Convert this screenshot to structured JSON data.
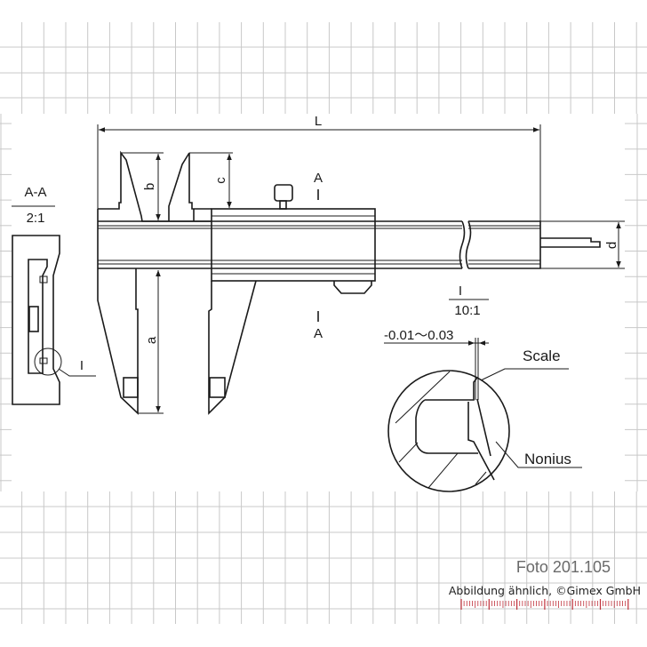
{
  "labels": {
    "length": "L",
    "jaw_depth_inner": "b",
    "jaw_depth_upper": "c",
    "jaw_depth_outer": "a",
    "beam_thickness": "d",
    "section_mark_top": "A",
    "section_mark_bottom": "A",
    "section_title": "A-A",
    "section_scale": "2:1",
    "detail_mark": "I",
    "detail_title": "I",
    "detail_scale": "10:1",
    "tolerance": "-0.01～0.03",
    "scale_label": "Scale",
    "nonius_label": "Nonius"
  },
  "footer": {
    "photo_number": "Foto 201.105",
    "credit": "Abbildung ähnlich, ©Gimex GmbH"
  },
  "colors": {
    "grid": "#c8c8c8",
    "ruler": "#c0303a",
    "line": "#1a1a1a"
  }
}
